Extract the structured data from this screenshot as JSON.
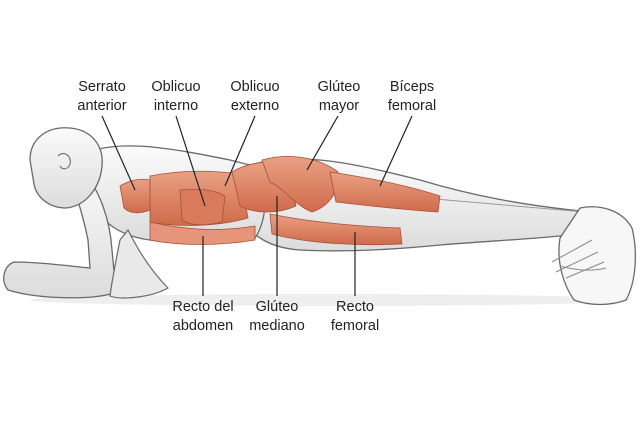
{
  "labels_top": [
    {
      "line1": "Serrato",
      "line2": "anterior"
    },
    {
      "line1": "Oblicuo",
      "line2": "interno"
    },
    {
      "line1": "Oblicuo",
      "line2": "externo"
    },
    {
      "line1": "Glúteo",
      "line2": "mayor"
    },
    {
      "line1": "Bíceps",
      "line2": "femoral"
    }
  ],
  "labels_bottom": [
    {
      "line1": "Recto del",
      "line2": "abdomen"
    },
    {
      "line1": "Glúteo",
      "line2": "mediano"
    },
    {
      "line1": "Recto",
      "line2": "femoral"
    }
  ],
  "colors": {
    "muscle": "#e0876a",
    "muscle_dark": "#c8603f",
    "skin": "#f1f1f1",
    "outline": "#6a6a6a",
    "leader": "#222222"
  }
}
